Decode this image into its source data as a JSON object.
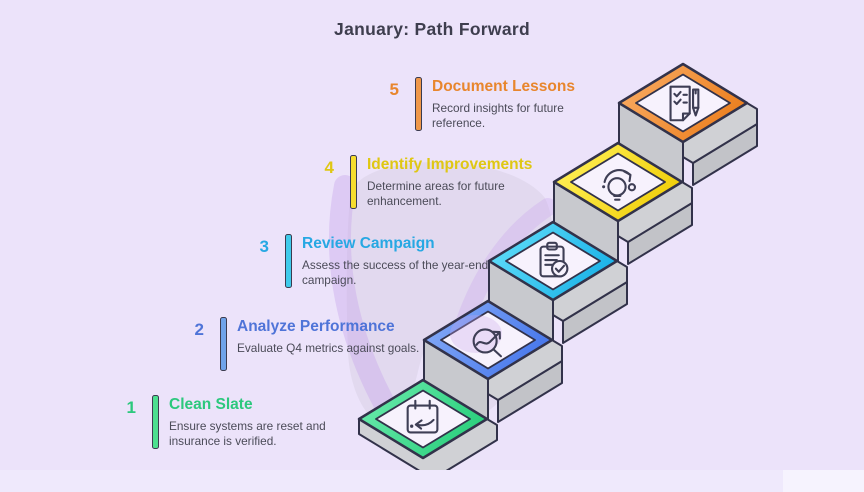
{
  "title": "January: Path Forward",
  "steps": [
    {
      "number": "1",
      "title": "Clean Slate",
      "description": "Ensure systems are reset and insurance is verified.",
      "accent": "#2cc87d",
      "bar_color": "#4ce08f",
      "border_gradient": [
        "#64e8a8",
        "#2dd07e"
      ],
      "icon": "calendar-arrow-icon"
    },
    {
      "number": "2",
      "title": "Analyze Performance",
      "description": "Evaluate Q4 metrics against goals.",
      "accent": "#4f74d8",
      "bar_color": "#6fa3ea",
      "border_gradient": [
        "#7fa6f6",
        "#4a79ec"
      ],
      "icon": "magnifier-trend-icon"
    },
    {
      "number": "3",
      "title": "Review Campaign",
      "description": "Assess the success of the year-end campaign.",
      "accent": "#27a8e3",
      "bar_color": "#3fcbea",
      "border_gradient": [
        "#5bdaf8",
        "#1eb4e8"
      ],
      "icon": "clipboard-check-icon"
    },
    {
      "number": "4",
      "title": "Identify Improvements",
      "description": "Determine areas for future enhancement.",
      "accent": "#dfc713",
      "bar_color": "#f6dd2e",
      "border_gradient": [
        "#ffee52",
        "#f1d00e"
      ],
      "icon": "lightbulb-refresh-icon"
    },
    {
      "number": "5",
      "title": "Document Lessons",
      "description": "Record insights for future reference.",
      "accent": "#e8862d",
      "bar_color": "#f0984a",
      "border_gradient": [
        "#f8a75c",
        "#ec8122"
      ],
      "icon": "document-pen-icon"
    }
  ],
  "colors": {
    "background": "#ece3fa",
    "outline": "#32324a",
    "step_top_gray": "#d0d1d5",
    "wall_gray": "#c8c9ce",
    "pedestal_gray": "#c2c3c8",
    "diamond_inner": "#f7f2fd",
    "description_text": "#4b4b58",
    "title_text": "#3e3e4e",
    "watermark_purple": "#c9a6ec",
    "watermark_gray": "#8c8796"
  },
  "watermark": "tooth-logo-watermark"
}
